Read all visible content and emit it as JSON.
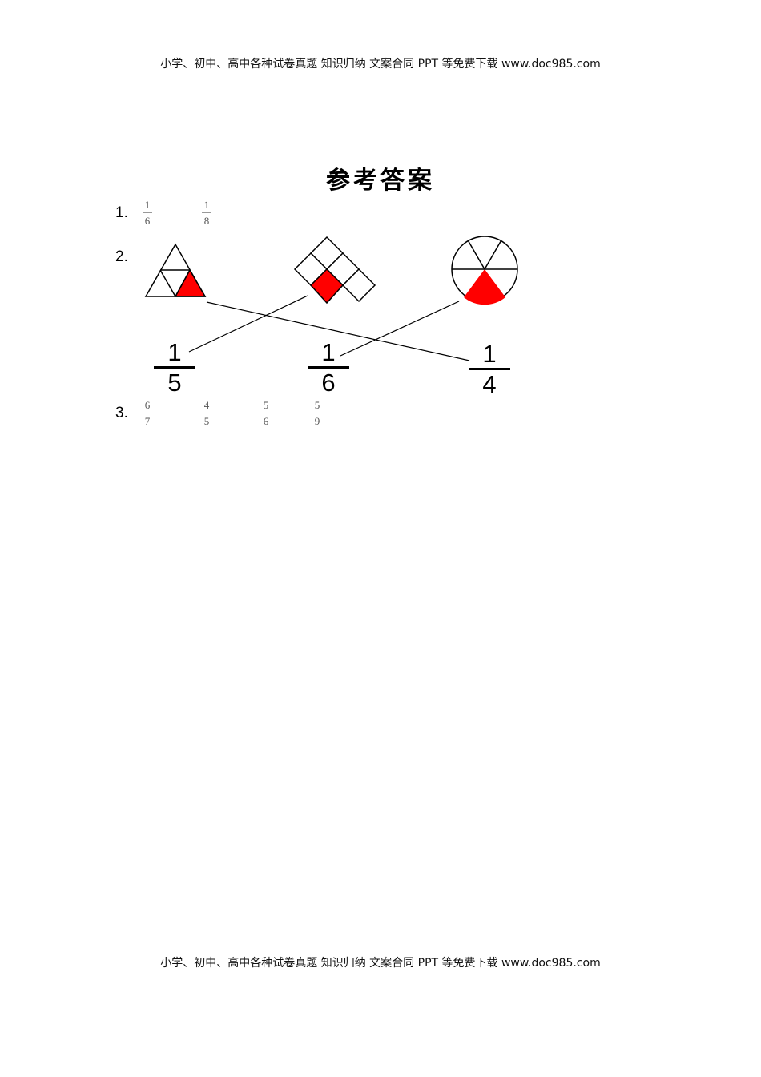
{
  "header": {
    "text": "小学、初中、高中各种试卷真题 知识归纳 文案合同 PPT 等免费下载   www.doc985.com"
  },
  "footer": {
    "text": "小学、初中、高中各种试卷真题 知识归纳 文案合同 PPT 等免费下载   www.doc985.com"
  },
  "title": "参考答案",
  "q1": {
    "label": "1.",
    "answers": [
      {
        "num": "1",
        "den": "6"
      },
      {
        "num": "1",
        "den": "8"
      }
    ]
  },
  "q2": {
    "label": "2.",
    "shapes": [
      {
        "name": "triangle",
        "parts": 4,
        "shaded": 1,
        "matches": "1/4"
      },
      {
        "name": "diamond-squares",
        "parts": 5,
        "shaded": 1,
        "matches": "1/5"
      },
      {
        "name": "circle",
        "parts": 6,
        "shaded": 1,
        "matches": "1/6"
      }
    ],
    "fractions": [
      {
        "num": "1",
        "den": "5"
      },
      {
        "num": "1",
        "den": "6"
      },
      {
        "num": "1",
        "den": "4"
      }
    ],
    "shade_color": "#ff0000"
  },
  "q3": {
    "label": "3.",
    "answers": [
      {
        "num": "6",
        "den": "7"
      },
      {
        "num": "4",
        "den": "5"
      },
      {
        "num": "5",
        "den": "6"
      },
      {
        "num": "5",
        "den": "9"
      }
    ]
  }
}
